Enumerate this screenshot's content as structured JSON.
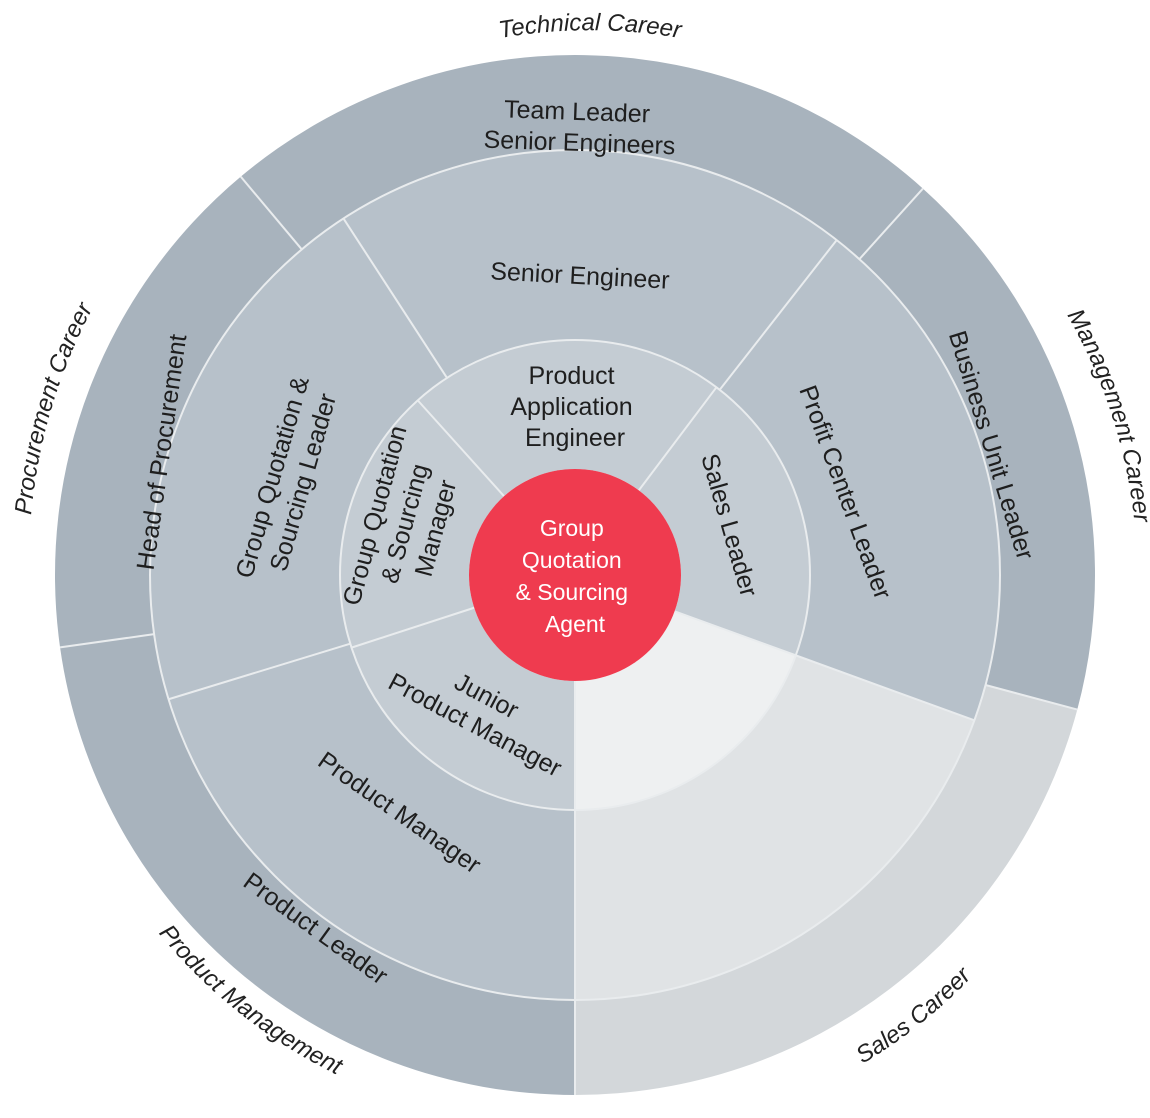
{
  "colors": {
    "outer": "#a8b3bd",
    "middle": "#b7c1ca",
    "inner": "#c4ccd3",
    "sales_outer": "#d3d7da",
    "sales_middle": "#e0e3e5",
    "sales_inner": "#eef0f1",
    "center": "#ef3b4f",
    "divider": "#e9ecee"
  },
  "center": {
    "lines": [
      "Group",
      "Quotation",
      "& Sourcing",
      "Agent"
    ]
  },
  "careers": {
    "technical": "Technical Career",
    "management": "Management Career",
    "sales": "Sales Career",
    "product": "Product Management",
    "procurement": "Procurement Career"
  },
  "outer_ring": {
    "technical": [
      "Team Leader",
      "Senior Engineers"
    ],
    "management": [
      "Business Unit Leader"
    ],
    "product": [
      "Product Leader"
    ],
    "procurement": [
      "Head of Procurement"
    ]
  },
  "middle_ring": {
    "technical": [
      "Senior Engineer"
    ],
    "management": [
      "Profit Center Leader"
    ],
    "product": [
      "Product Manager"
    ],
    "procurement": [
      "Group Quotation &",
      "Sourcing Leader"
    ]
  },
  "inner_ring": {
    "technical": [
      "Product",
      "Application",
      "Engineer"
    ],
    "management": [
      "Sales Leader"
    ],
    "product": [
      "Junior",
      "Product Manager"
    ],
    "procurement": [
      "Group Quotation",
      "& Sourcing",
      "Manager"
    ]
  }
}
